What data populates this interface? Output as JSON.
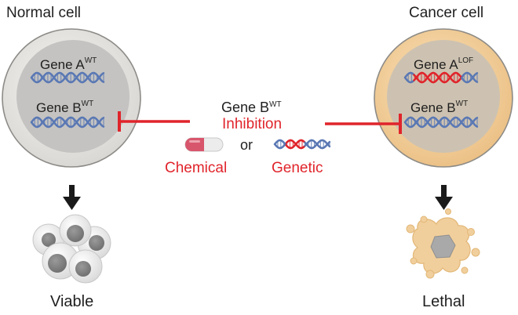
{
  "normal": {
    "title": "Normal cell",
    "gene_a": {
      "name": "Gene A",
      "sup": "WT"
    },
    "gene_b": {
      "name": "Gene B",
      "sup": "WT"
    },
    "outcome": "Viable"
  },
  "cancer": {
    "title": "Cancer cell",
    "gene_a": {
      "name": "Gene A",
      "sup": "LOF"
    },
    "gene_b": {
      "name": "Gene B",
      "sup": "WT"
    },
    "outcome": "Lethal"
  },
  "center": {
    "target": {
      "name": "Gene B",
      "sup": "WT"
    },
    "action": "Inhibition",
    "connector": "or",
    "options": [
      "Chemical",
      "Genetic"
    ]
  },
  "colors": {
    "red": "#e0242b",
    "dna_blue": "#5a78b4",
    "normal_membrane": "#e2e0dc",
    "normal_nucleus": "#c6c5c3",
    "cancer_membrane": "#ecc691",
    "cancer_nucleus": "#cfc3b0"
  }
}
